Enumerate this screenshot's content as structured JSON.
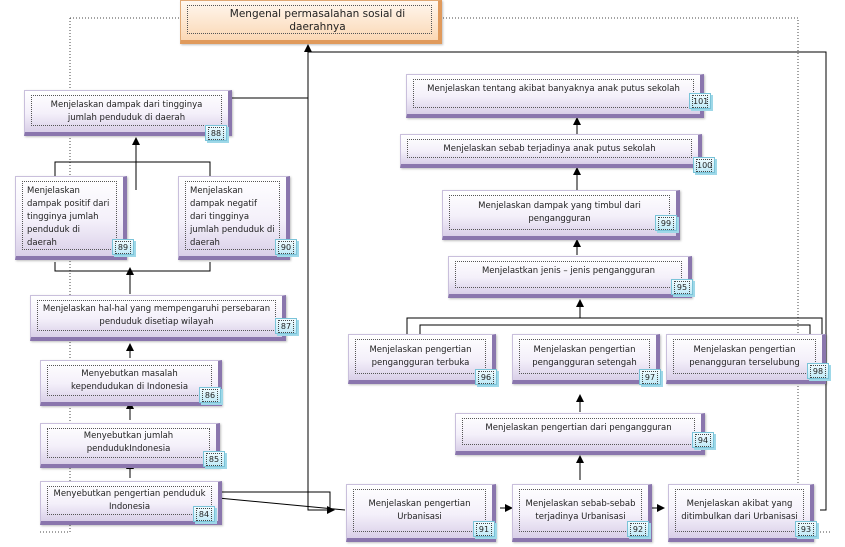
{
  "nodes": {
    "top": {
      "text": "Mengenal permasalahan sosial di daerahnya"
    },
    "n84": {
      "text": "Menyebutkan pengertian penduduk Indonesia",
      "badge": "84"
    },
    "n85": {
      "text": "Menyebutkan jumlah pendudukIndonesia",
      "badge": "85"
    },
    "n86": {
      "text": "Menyebutkan  masalah kependudukan  di Indonesia",
      "badge": "86"
    },
    "n87": {
      "text": "Menjelaskan hal-hal yang mempengaruhi persebaran penduduk  disetiap  wilayah",
      "badge": "87"
    },
    "n89": {
      "text": "Menjelaskan dampak positif dari tingginya jumlah penduduk  di daerah",
      "badge": "89"
    },
    "n90": {
      "text": "Menjelaskan dampak negatif dari tingginya jumlah penduduk  di daerah",
      "badge": "90"
    },
    "n88": {
      "text": "Menjelaskan dampak dari tingginya jumlah penduduk  di daerah",
      "badge": "88"
    },
    "n91": {
      "text": "Menjelaskan pengertian Urbanisasi",
      "badge": "91"
    },
    "n92": {
      "text": "Menjelaskan sebab-sebab terjadinya Urbanisasi",
      "badge": "92"
    },
    "n93": {
      "text": "Menjelaskan akibat yang ditimbulkan  dari Urbanisasi",
      "badge": "93"
    },
    "n94": {
      "text": "Menjelaskan pengertian  dari pengangguran",
      "badge": "94"
    },
    "n96": {
      "text": "Menjelaskan pengertian pengangguran terbuka",
      "badge": "96"
    },
    "n97": {
      "text": "Menjelaskan pengertian pengangguran setengah",
      "badge": "97"
    },
    "n98": {
      "text": "Menjelaskan pengertian penangguran terselubung",
      "badge": "98"
    },
    "n95": {
      "text": "Menjelastkan jenis – jenis pengangguran",
      "badge": "95"
    },
    "n99": {
      "text": "Menjelaskan dampak  yang timbul  dari pengangguran",
      "badge": "99"
    },
    "n100": {
      "text": "Menjelaskan sebab terjadinya anak putus  sekolah",
      "badge": "100"
    },
    "n101": {
      "text": "Menjelaskan  tentang  akibat banyaknya anak putus  sekolah",
      "badge": "101"
    }
  }
}
